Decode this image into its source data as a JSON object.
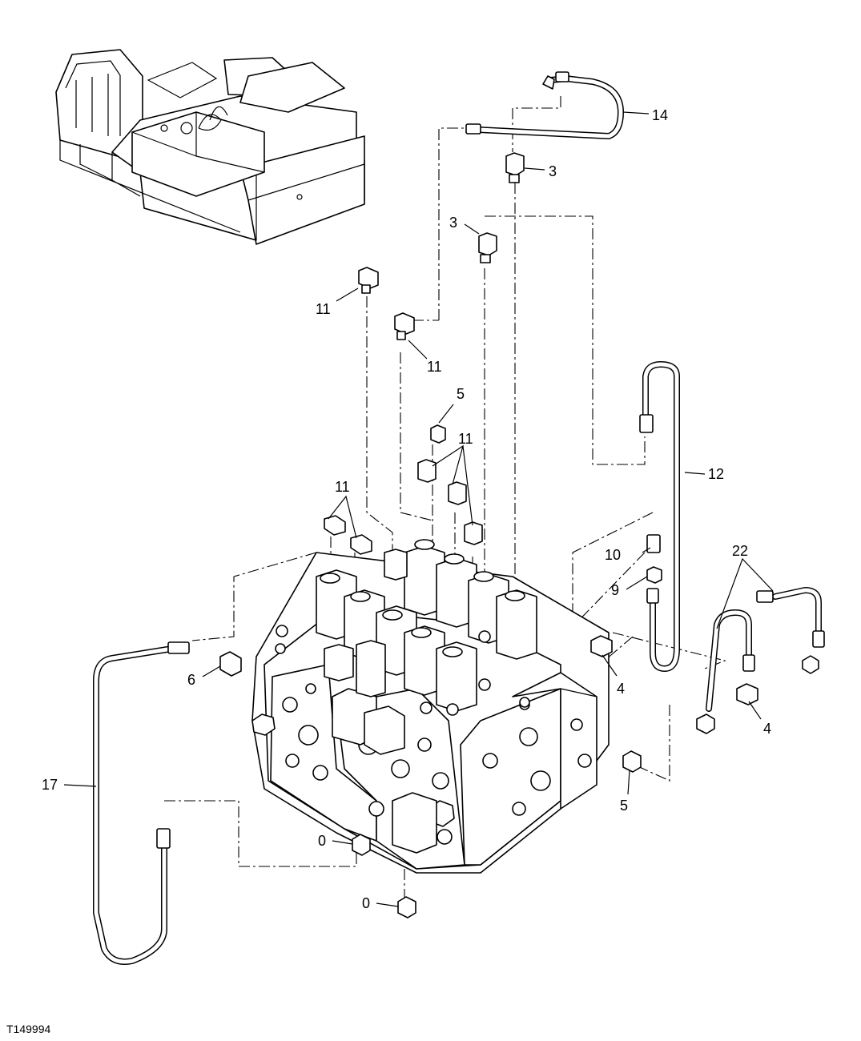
{
  "figure_id": "T149994",
  "callouts": [
    {
      "id": "c14",
      "text": "14"
    },
    {
      "id": "c3a",
      "text": "3"
    },
    {
      "id": "c3b",
      "text": "3"
    },
    {
      "id": "c11a",
      "text": "11"
    },
    {
      "id": "c11b",
      "text": "11"
    },
    {
      "id": "c5a",
      "text": "5"
    },
    {
      "id": "c11c",
      "text": "11"
    },
    {
      "id": "c11d",
      "text": "11"
    },
    {
      "id": "c12",
      "text": "12"
    },
    {
      "id": "c22",
      "text": "22"
    },
    {
      "id": "c10",
      "text": "10"
    },
    {
      "id": "c9",
      "text": "9"
    },
    {
      "id": "c4a",
      "text": "4"
    },
    {
      "id": "c4b",
      "text": "4"
    },
    {
      "id": "c6",
      "text": "6"
    },
    {
      "id": "c17",
      "text": "17"
    },
    {
      "id": "c5b",
      "text": "5"
    },
    {
      "id": "c0a",
      "text": "0"
    },
    {
      "id": "c0b",
      "text": "0"
    }
  ]
}
